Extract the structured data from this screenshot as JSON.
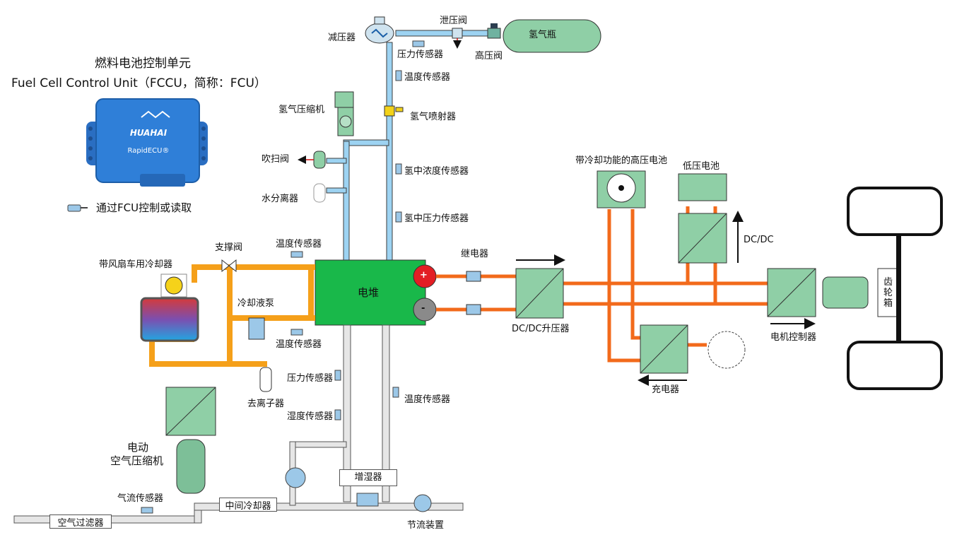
{
  "header": {
    "title_cn": "燃料电池控制单元",
    "title_en": "Fuel Cell Control Unit（FCCU，简称：FCU）"
  },
  "ecu": {
    "brand": "HUAHAI",
    "model": "RapidECU®"
  },
  "legend": {
    "sensor_text": "通过FCU控制或读取"
  },
  "hydrogen": {
    "tank": "氢气瓶",
    "high_pressure_valve": "高压阀",
    "relief_valve": "泄压阀",
    "pressure_reducer": "减压器",
    "pressure_sensor": "压力传感器",
    "temperature_sensor": "温度传感器",
    "injector": "氢气喷射器",
    "compressor": "氢气压缩机",
    "purge_valve": "吹扫阀",
    "water_separator": "水分离器",
    "concentration_sensor": "氢中浓度传感器",
    "h2_pressure_sensor": "氢中压力传感器"
  },
  "cooling": {
    "radiator": "带风扇车用冷却器",
    "bypass_valve": "支撑阀",
    "temp_sensor_top": "温度传感器",
    "temp_sensor_bottom": "温度传感器",
    "pump": "冷却液泵",
    "deionizer": "去离子器"
  },
  "stack": {
    "label": "电堆",
    "positive": "+",
    "negative": "-"
  },
  "air": {
    "pressure_sensor": "压力传感器",
    "humidity_sensor": "湿度传感器",
    "outlet_temp_sensor": "温度传感器",
    "motor_label_1": "电动",
    "motor_label_2": "空气压缩机",
    "flow_sensor": "气流传感器",
    "filter": "空气过滤器",
    "intercooler": "中间冷却器",
    "humidifier": "增湿器",
    "throttle": "节流装置"
  },
  "electrical": {
    "relay": "继电器",
    "boost_converter": "DC/DC升压器",
    "hv_battery": "带冷却功能的高压电池",
    "lv_battery": "低压电池",
    "dcdc": "DC/DC",
    "charger": "充电器",
    "motor_controller": "电机控制器",
    "gearbox": "齿轮箱"
  },
  "colors": {
    "stack": "#19b84a",
    "component": "#8fcfa6",
    "pipe_h2": "#9dd3f2",
    "pipe_coolant": "#f5a01a",
    "power_line": "#f26a1b",
    "positive": "#e31e24",
    "negative": "#8a8a8a",
    "ecu": "#2f7fd8"
  }
}
